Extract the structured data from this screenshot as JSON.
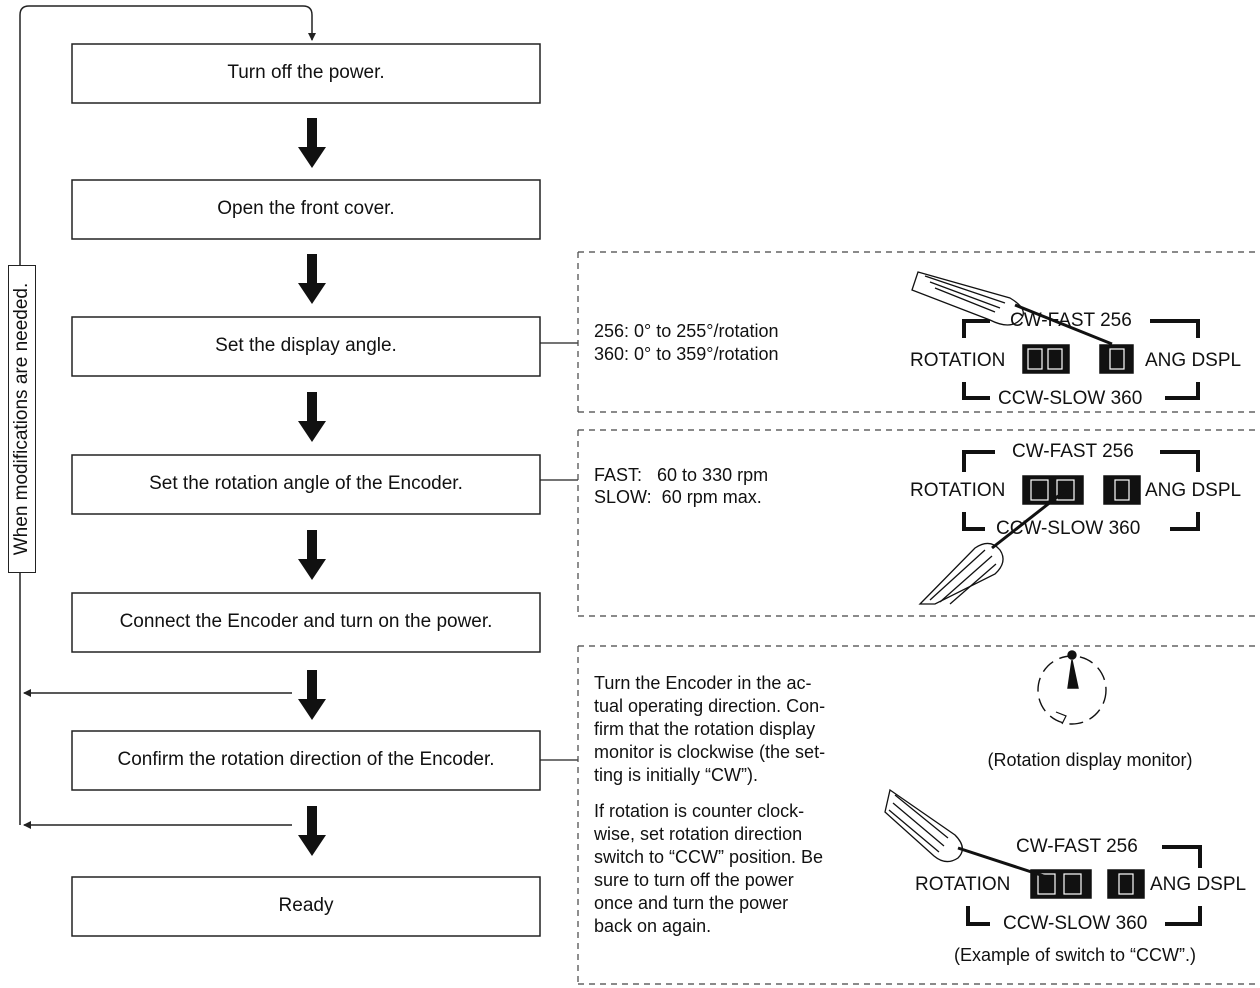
{
  "steps": [
    "Turn off the power.",
    "Open the front cover.",
    "Set the display angle.",
    "Set the rotation angle of the Encoder.",
    "Connect the Encoder and turn on the power.",
    "Confirm the rotation direction of the Encoder.",
    "Ready"
  ],
  "loop_label": "When modifications are needed.",
  "display_angle_notes": [
    "256: 0° to 255°/rotation",
    "360: 0° to 359°/rotation"
  ],
  "rotation_notes": [
    "FAST:   60 to 330 rpm",
    "SLOW:  60 rpm max."
  ],
  "confirm_paragraph_1": [
    "Turn the Encoder in the ac-",
    "tual operating direction. Con-",
    "firm that the rotation display",
    "monitor is clockwise (the set-",
    "ting is initially “CW”)."
  ],
  "confirm_paragraph_2": [
    "If rotation is counter clock-",
    "wise, set rotation direction",
    "switch to “CCW” position. Be",
    "sure to turn off the power",
    "once and turn the power",
    "back on again."
  ],
  "switch_labels": {
    "top": "CW-FAST 256",
    "bottom": "CCW-SLOW 360",
    "left": "ROTATION",
    "right": "ANG DSPL"
  },
  "monitor_caption": "(Rotation display monitor)",
  "ccw_example_caption": "(Example of switch to “CCW”.)"
}
